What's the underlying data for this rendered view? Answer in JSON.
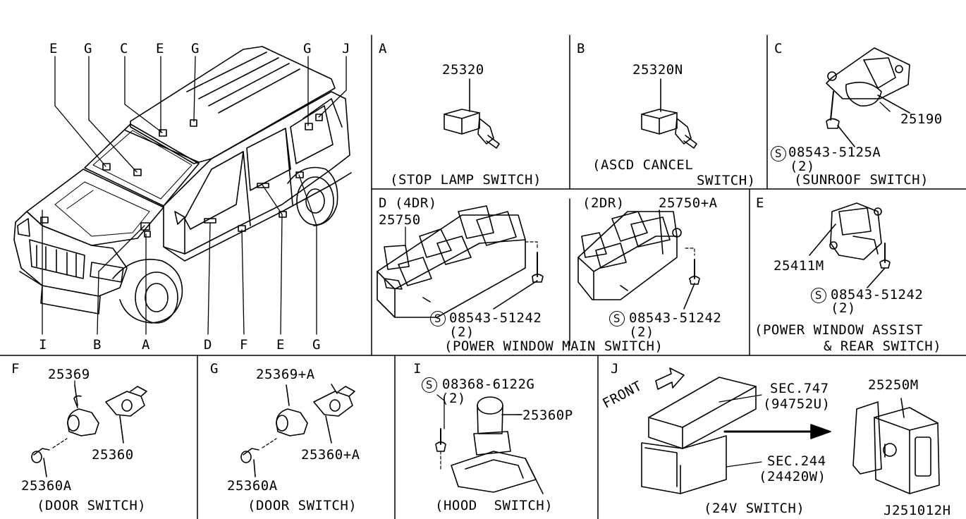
{
  "vehicle": {
    "top_labels": [
      "E",
      "G",
      "C",
      "E",
      "G",
      "G",
      "J"
    ],
    "bottom_labels": [
      "I",
      "B",
      "A",
      "D",
      "F",
      "E",
      "G"
    ]
  },
  "panels": {
    "A": {
      "letter": "A",
      "part": "25320",
      "caption": "(STOP LAMP SWITCH)"
    },
    "B": {
      "letter": "B",
      "part": "25320N",
      "caption_1": "(ASCD CANCEL",
      "caption_2": "SWITCH)"
    },
    "C": {
      "letter": "C",
      "part": "25190",
      "screw": "08543-5125A",
      "qty": "(2)",
      "caption": "(SUNROOF SWITCH)"
    },
    "D": {
      "letter": "D",
      "variant_4dr": "(4DR)",
      "variant_2dr": "(2DR)",
      "part_4dr": "25750",
      "part_2dr": "25750+A",
      "screw_4dr": "08543-51242",
      "qty_4dr": "(2)",
      "screw_2dr": "08543-51242",
      "qty_2dr": "(2)",
      "caption": "(POWER WINDOW MAIN SWITCH)"
    },
    "E": {
      "letter": "E",
      "part": "25411M",
      "screw": "08543-51242",
      "qty": "(2)",
      "caption_1": "(POWER WINDOW ASSIST",
      "caption_2": "& REAR SWITCH)"
    },
    "F": {
      "letter": "F",
      "part_1": "25369",
      "part_2": "25360",
      "part_3": "25360A",
      "caption": "(DOOR SWITCH)"
    },
    "G": {
      "letter": "G",
      "part_1": "25369+A",
      "part_2": "25360+A",
      "part_3": "25360A",
      "caption": "(DOOR SWITCH)"
    },
    "I": {
      "letter": "I",
      "screw": "08368-6122G",
      "qty": "(2)",
      "part": "25360P",
      "caption": "(HOOD  SWITCH)"
    },
    "J": {
      "letter": "J",
      "front": "FRONT",
      "sec_1": "SEC.747",
      "sec_1_sub": "(94752U)",
      "sec_2": "SEC.244",
      "sec_2_sub": "(24420W)",
      "part": "25250M",
      "caption": "(24V SWITCH)"
    }
  },
  "diagram_id": "J251012H",
  "s_symbol": "S"
}
